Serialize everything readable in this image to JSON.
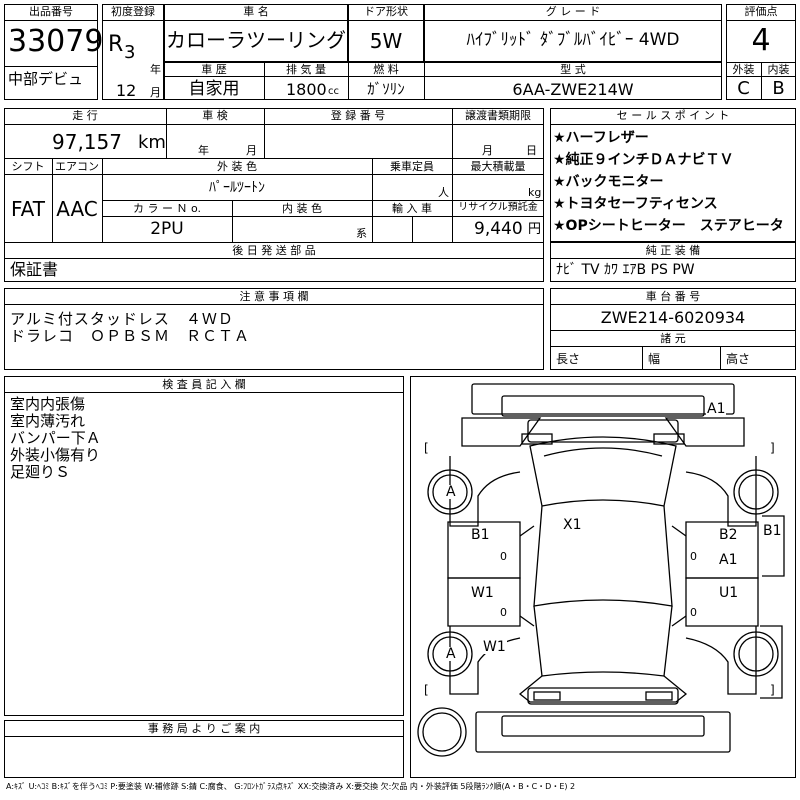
{
  "header": {
    "lot_label": "出品番号",
    "lot_no": "33079",
    "first_reg_label": "初度登録",
    "era": "R",
    "year_no": "3",
    "year_unit": "年",
    "month_no": "12",
    "month_unit": "月",
    "car_name_label": "車 名",
    "car_name": "カローラツーリング",
    "door_label": "ドア形状",
    "door": "5W",
    "grade_label": "グ レ ー ド",
    "grade": "ﾊｲﾌﾞﾘｯﾄﾞ ﾀﾞﾌﾞﾙﾊﾞｲﾋﾞｰ 4WD",
    "score_label": "評価点",
    "score": "4",
    "venue": "中部デビュ",
    "history_label": "車 歴",
    "history": "自家用",
    "disp_label": "排 気 量",
    "disp": "1800",
    "disp_unit": "cc",
    "fuel_label": "燃 料",
    "fuel": "ｶﾞｿﾘﾝ",
    "model_label": "型 式",
    "model": "6AA-ZWE214W",
    "ext_label": "外装",
    "ext": "C",
    "int_label": "内装",
    "int": "B"
  },
  "mid": {
    "mileage_label": "走 行",
    "mileage": "97,157",
    "mileage_unit": "km",
    "shaken_label": "車 検",
    "shaken_year": "年",
    "shaken_month": "月",
    "plate_label": "登 録 番 号",
    "transfer_label": "譲渡書類期限",
    "transfer_month": "月",
    "transfer_day": "日",
    "shift_label": "シフト",
    "shift": "FAT",
    "ac_label": "エアコン",
    "ac": "AAC",
    "color_label": "外 装 色",
    "color": "ﾊﾟｰﾙﾂｰﾄﾝ",
    "capacity_label": "乗車定員",
    "capacity_unit": "人",
    "load_label": "最大積載量",
    "load_unit": "kg",
    "color_no_label": "カ ラ ー Ｎ o.",
    "color_no": "2PU",
    "int_color_label": "内 装 色",
    "int_color_unit": "系",
    "import_label": "輸 入 車",
    "recycle_label": "リサイクル預託金",
    "recycle": "9,440",
    "recycle_unit": "円",
    "docs_label": "後 日 発 送 部 品",
    "docs": "保証書"
  },
  "sales_points": {
    "label": "セ ー ル ス ポ イ ン ト",
    "items": [
      "★ハーフレザー",
      "★純正９インチＤＡナビＴＶ",
      "★バックモニター",
      "★トヨタセーフティセンス",
      "★OPシートヒーター　ステアヒータ"
    ]
  },
  "options": {
    "label": "純 正 装 備",
    "text": "ﾅﾋﾞ TV ｶﾜ ｴｱB PS PW"
  },
  "notes": {
    "label": "注 意 事 項 欄",
    "lines": [
      "アルミ付スタッドレス　４ＷＤ",
      "ドラレコ　ＯＰＢＳＭ　ＲＣＴＡ"
    ]
  },
  "chassis": {
    "label": "車 台 番 号",
    "number": "ZWE214-6020934",
    "dims_label": "諸 元",
    "length": "長さ",
    "width": "幅",
    "height": "高さ"
  },
  "inspector": {
    "label": "検 査 員 記 入 欄",
    "lines": [
      "室内内張傷",
      "室内薄汚れ",
      "バンパー下Ａ",
      "外装小傷有り",
      "足廻りＳ"
    ]
  },
  "diagram": {
    "marks": {
      "a1_top": "A1",
      "a_lf": "A",
      "b1_l": "B1",
      "x1": "X1",
      "b2_r": "B2",
      "b1_r": "B1",
      "a1_r": "A1",
      "w1_l": "W1",
      "u1_r": "U1",
      "w1_lr": "W1",
      "a_lr": "A"
    },
    "bracket_l": "[",
    "bracket_r": "]",
    "zero": "0"
  },
  "office": {
    "label": "事 務 局 よ り ご 案 内"
  },
  "legend": "A:ｷｽﾞ U:ﾍｺﾐ B:ｷｽﾞを伴うﾍｺﾐ P:要塗装 W:補修跡 S:錆 C:腐食、 G:ﾌﾛﾝﾄｶﾞﾗｽ点ｷｽﾞ XX:交換済み X:要交換 欠:欠品 内・外装評価 5段階ﾗﾝｸ順(A・B・C・D・E) 2"
}
